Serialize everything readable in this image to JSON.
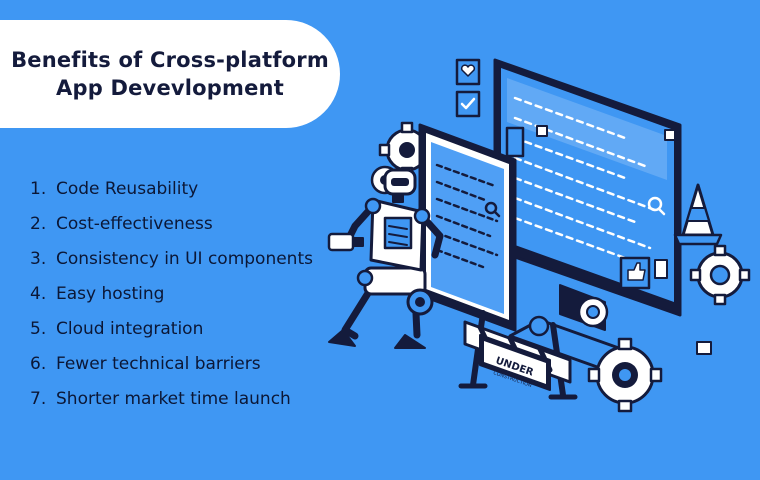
{
  "title": {
    "line1": "Benefits of Cross-platform",
    "line2": "App Devevlopment"
  },
  "benefits": [
    {
      "num": "1.",
      "label": "Code Reusability"
    },
    {
      "num": "2.",
      "label": "Cost-effectiveness"
    },
    {
      "num": "3.",
      "label": "Consistency in UI components"
    },
    {
      "num": "4.",
      "label": "Easy hosting"
    },
    {
      "num": "5.",
      "label": "Cloud integration"
    },
    {
      "num": "6.",
      "label": "Fewer technical barriers"
    },
    {
      "num": "7.",
      "label": "Shorter market time launch"
    }
  ],
  "illustration": {
    "sign_line1": "UNDER",
    "sign_line2": "CONSTRUCTION",
    "icons": [
      "monitor-icon",
      "tablet-icon",
      "robot-icon",
      "gear-icon",
      "traffic-cone-icon",
      "construction-barrier-icon",
      "heart-icon",
      "check-icon",
      "search-icon",
      "thumbs-up-icon"
    ],
    "colors": {
      "background": "#3f97f3",
      "outline": "#141b3c",
      "light": "#ffffff",
      "accent": "#4f9ff5"
    }
  }
}
